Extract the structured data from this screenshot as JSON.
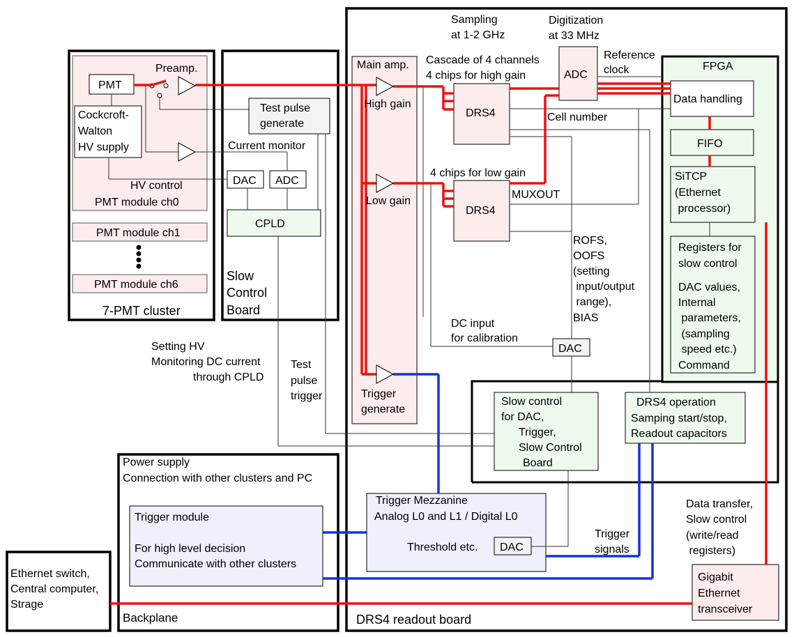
{
  "boxes": {
    "cluster_title": "7-PMT cluster",
    "slow_board_title": [
      "Slow",
      "Control",
      "Board"
    ],
    "drs4_board_title": "DRS4 readout board",
    "backplane_title": "Backplane",
    "backplane_lines": [
      "Power supply",
      "Connection with other clusters and PC"
    ],
    "ethernet_lines": [
      "Ethernet switch,",
      "Central computer,",
      "Strage"
    ]
  },
  "pmt": {
    "pmt": "PMT",
    "preamp": "Preamp.",
    "cw": [
      "Cockcroft-",
      "Walton",
      "HV supply"
    ],
    "hv_control": "HV control",
    "ch0": "PMT module ch0",
    "ch1": "PMT module ch1",
    "ch6": "PMT module ch6"
  },
  "slow": {
    "test_pulse": [
      "Test pulse",
      "generate"
    ],
    "current_monitor": "Current monitor",
    "dac": "DAC",
    "adc": "ADC",
    "cpld": "CPLD"
  },
  "amp": {
    "main_amp": "Main amp.",
    "high_gain": "High gain",
    "low_gain": "Low gain",
    "trigger": [
      "Trigger",
      "generate"
    ]
  },
  "drs": {
    "sampling": [
      "Sampling",
      "at 1-2 GHz"
    ],
    "digitization": [
      "Digitization",
      "at 33 MHz"
    ],
    "cascade": [
      "Cascade of 4 channels",
      "4 chips for high gain"
    ],
    "low_chips": "4 chips for low gain",
    "drs4": "DRS4",
    "adc": "ADC",
    "ref_clock": [
      "Reference",
      "clock"
    ],
    "cell_number": "Cell number",
    "muxout": "MUXOUT",
    "rofs": [
      "ROFS,",
      "OOFS",
      "(setting",
      " input/output",
      " range),",
      "BIAS"
    ],
    "dc_input": [
      "DC input",
      "for calibration"
    ],
    "dac": "DAC"
  },
  "fpga": {
    "title": "FPGA",
    "data_handling": "Data handling",
    "fifo": "FIFO",
    "sitcp": [
      "SiTCP",
      "(Ethernet",
      " processor)"
    ],
    "registers": [
      "Registers for",
      "slow control",
      "DAC values,",
      "Internal",
      " parameters,",
      " (sampling",
      " speed etc.)",
      "Command"
    ]
  },
  "ctrl": {
    "slow_ctrl": [
      "Slow control",
      "for DAC,",
      "Trigger,",
      "Slow Control",
      "Board"
    ],
    "drs4_op": [
      "DRS4 operation",
      "Samping start/stop,",
      "Readout capacitors"
    ]
  },
  "mezz": {
    "title": "Trigger Mezzanine",
    "subtitle": "Analog L0 and L1 / Digital L0",
    "threshold": "Threshold etc.",
    "dac": "DAC"
  },
  "trigmod": {
    "title": "Trigger module",
    "lines": [
      "For high level decision",
      "Communicate with other clusters"
    ]
  },
  "gbe": [
    "Gigabit",
    "Ethernet",
    "transceiver"
  ],
  "labels": {
    "setting_hv": [
      "Setting HV",
      "Monitoring DC current",
      "through CPLD"
    ],
    "test_pulse_trigger": [
      "Test",
      "pulse",
      "trigger"
    ],
    "trigger_signals": [
      "Trigger",
      "signals"
    ],
    "data_transfer": [
      "Data transfer,",
      "Slow control",
      "(write/read",
      " registers)"
    ]
  },
  "colors": {
    "signal": "#ee1111",
    "trigger_line": "#1133dd",
    "pmt_fill": "#fcecec",
    "board_fill": "#f3f3f3",
    "fpga_fill": "#eefaee",
    "mezz_fill": "#eef0fb"
  }
}
